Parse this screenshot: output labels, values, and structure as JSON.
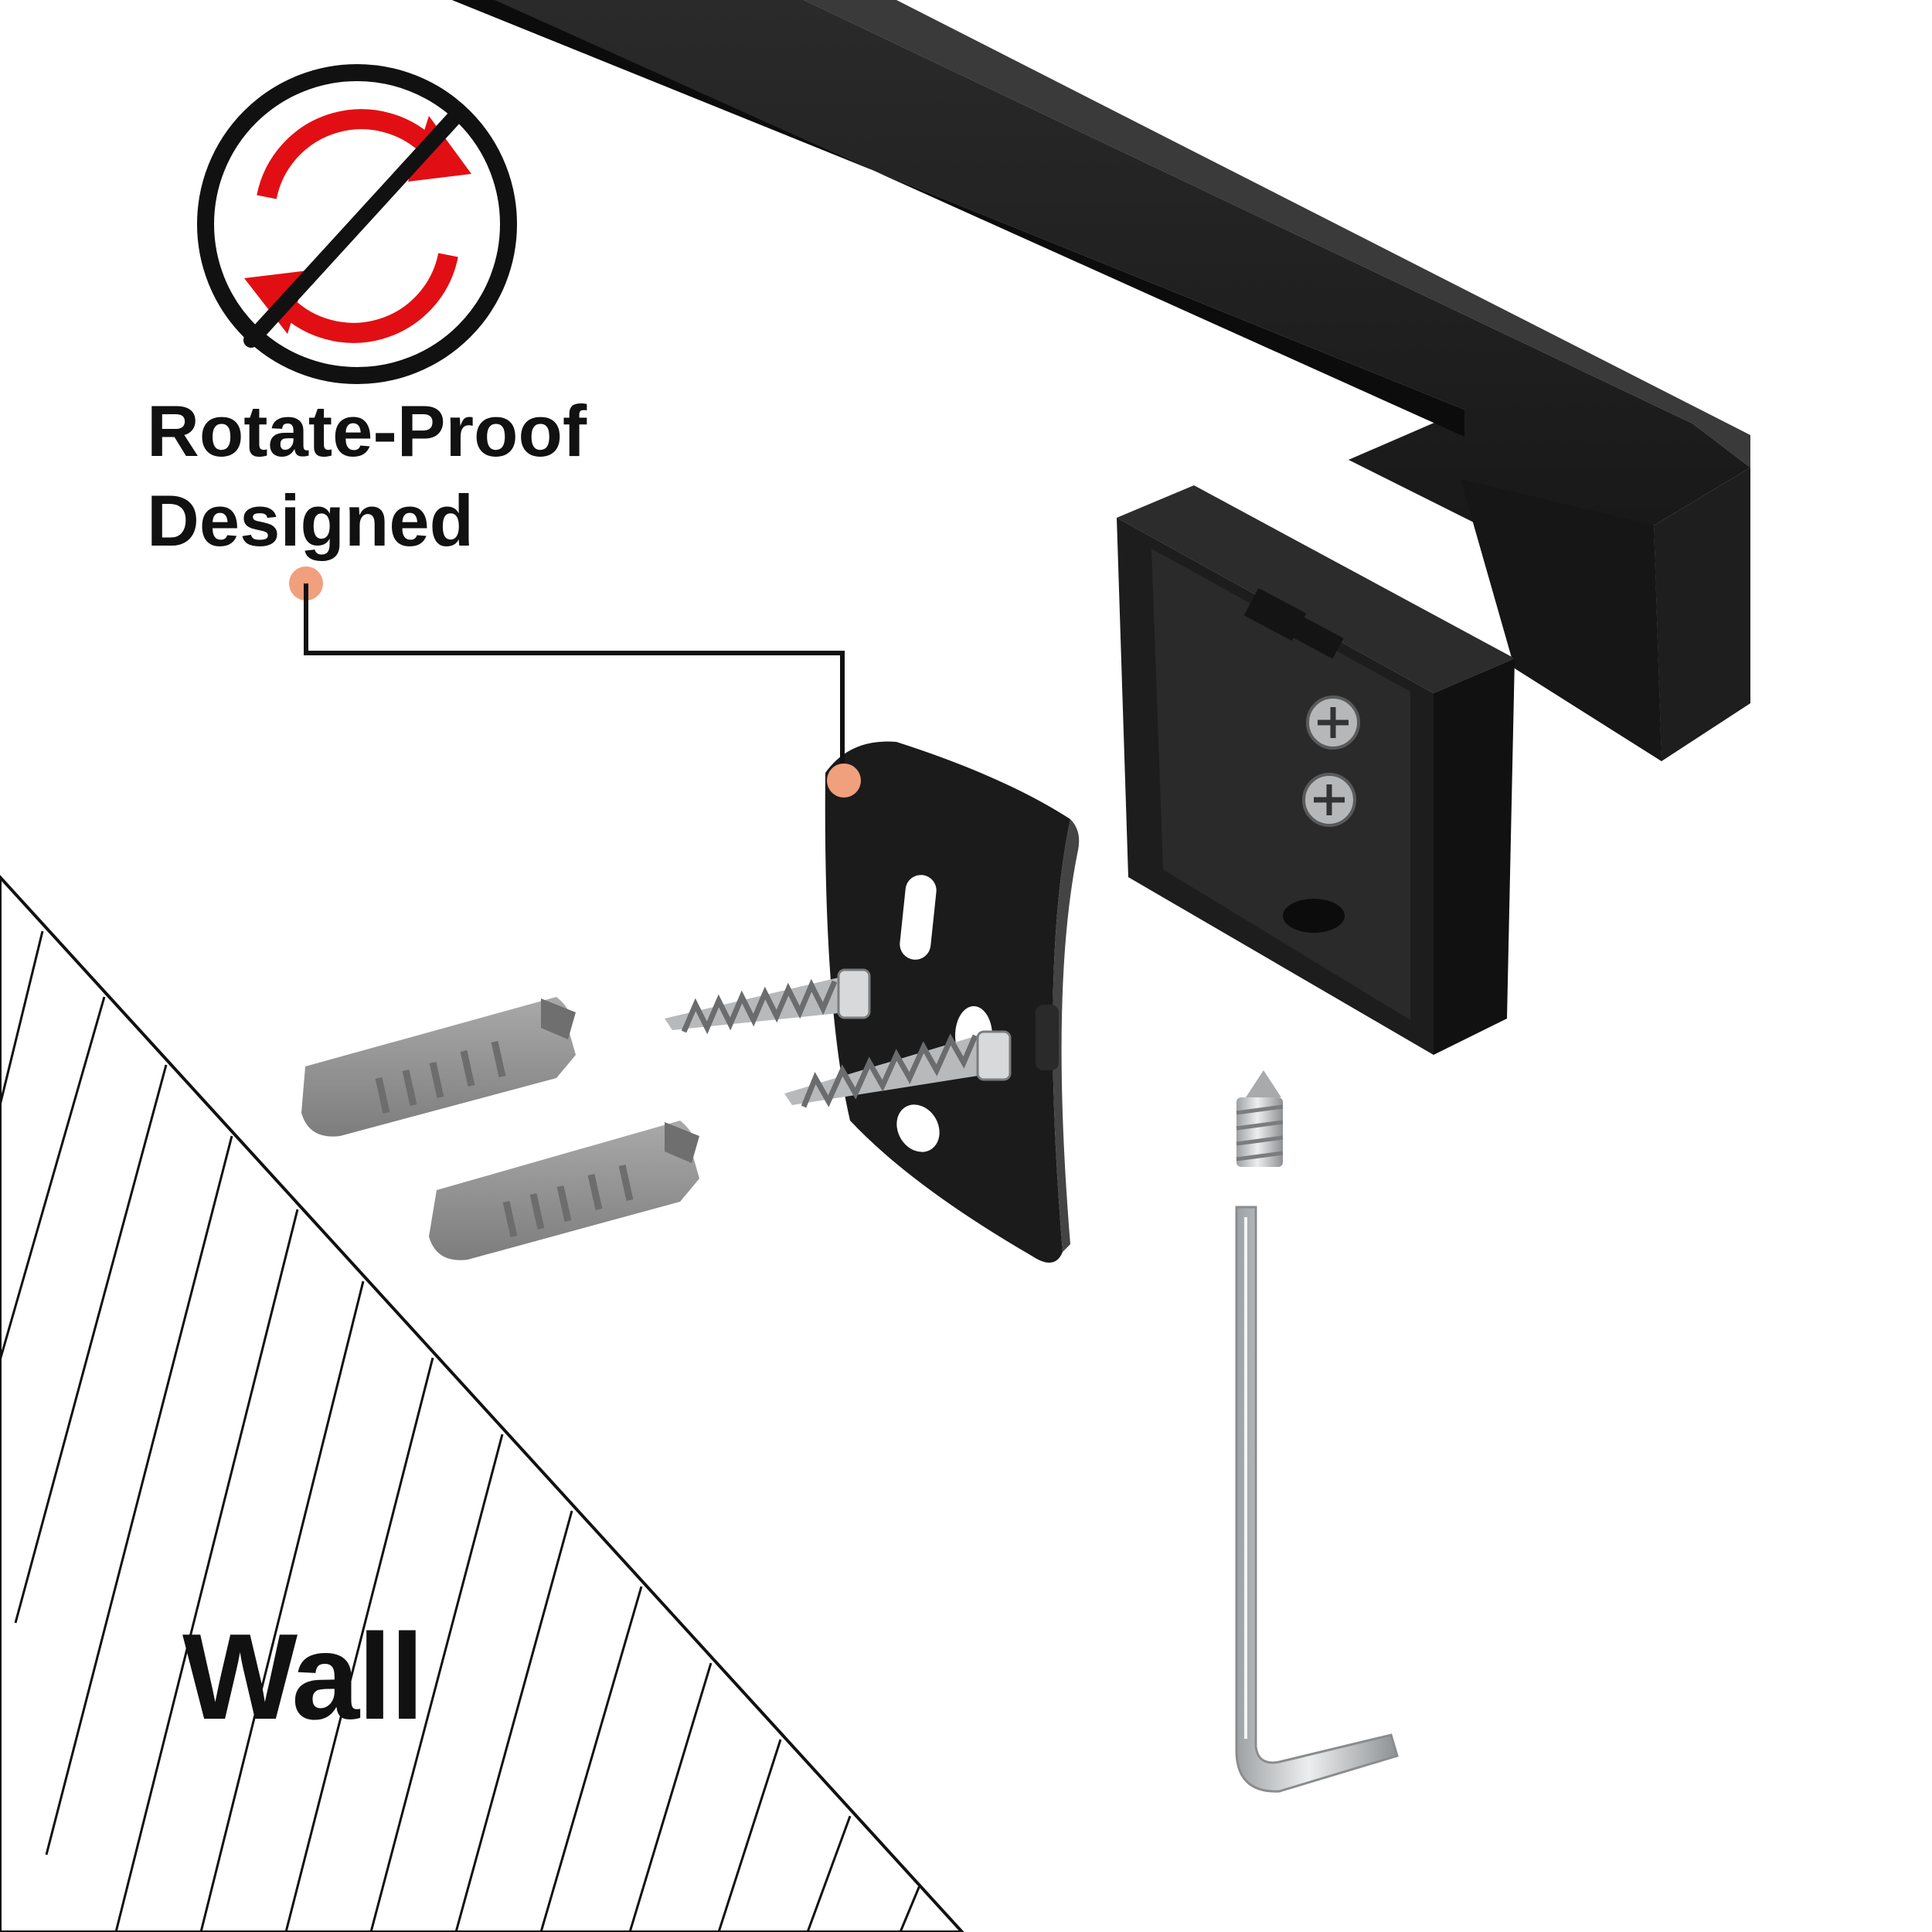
{
  "feature": {
    "line1": "Rotate-Proof",
    "line2": "Designed",
    "icon": "no-rotation-icon"
  },
  "wall_label": "Wall",
  "colors": {
    "background": "#ffffff",
    "product_black": "#1a1a1a",
    "accent_red": "#e10f13",
    "callout_dot": "#f0a07c",
    "anchor_gray": "#8f8f8f",
    "steel": "#c9cbcd"
  },
  "components": [
    "towel-bar",
    "wall-mount-base",
    "mounting-bracket",
    "wood-screws",
    "wall-anchors",
    "set-screw",
    "allen-key"
  ]
}
